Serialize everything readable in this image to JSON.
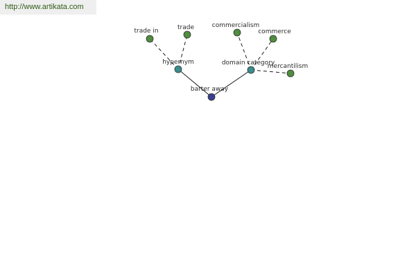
{
  "site_link": "http://www.artikata.com",
  "colors": {
    "root": "#3b3f8c",
    "relation": "#3c8c8c",
    "leaf": "#4f8d3f",
    "edge": "#1a1a1a"
  },
  "graph": {
    "root": {
      "id": "root",
      "label": "barter away"
    },
    "relations": [
      {
        "id": "hypernym",
        "label": "hypernym",
        "children": [
          {
            "id": "trade-in",
            "label": "trade in"
          },
          {
            "id": "trade",
            "label": "trade"
          }
        ]
      },
      {
        "id": "domain-category",
        "label": "domain category",
        "children": [
          {
            "id": "commercialism",
            "label": "commercialism"
          },
          {
            "id": "commerce",
            "label": "commerce"
          },
          {
            "id": "mercantilism",
            "label": "mercantilism"
          }
        ]
      }
    ]
  }
}
